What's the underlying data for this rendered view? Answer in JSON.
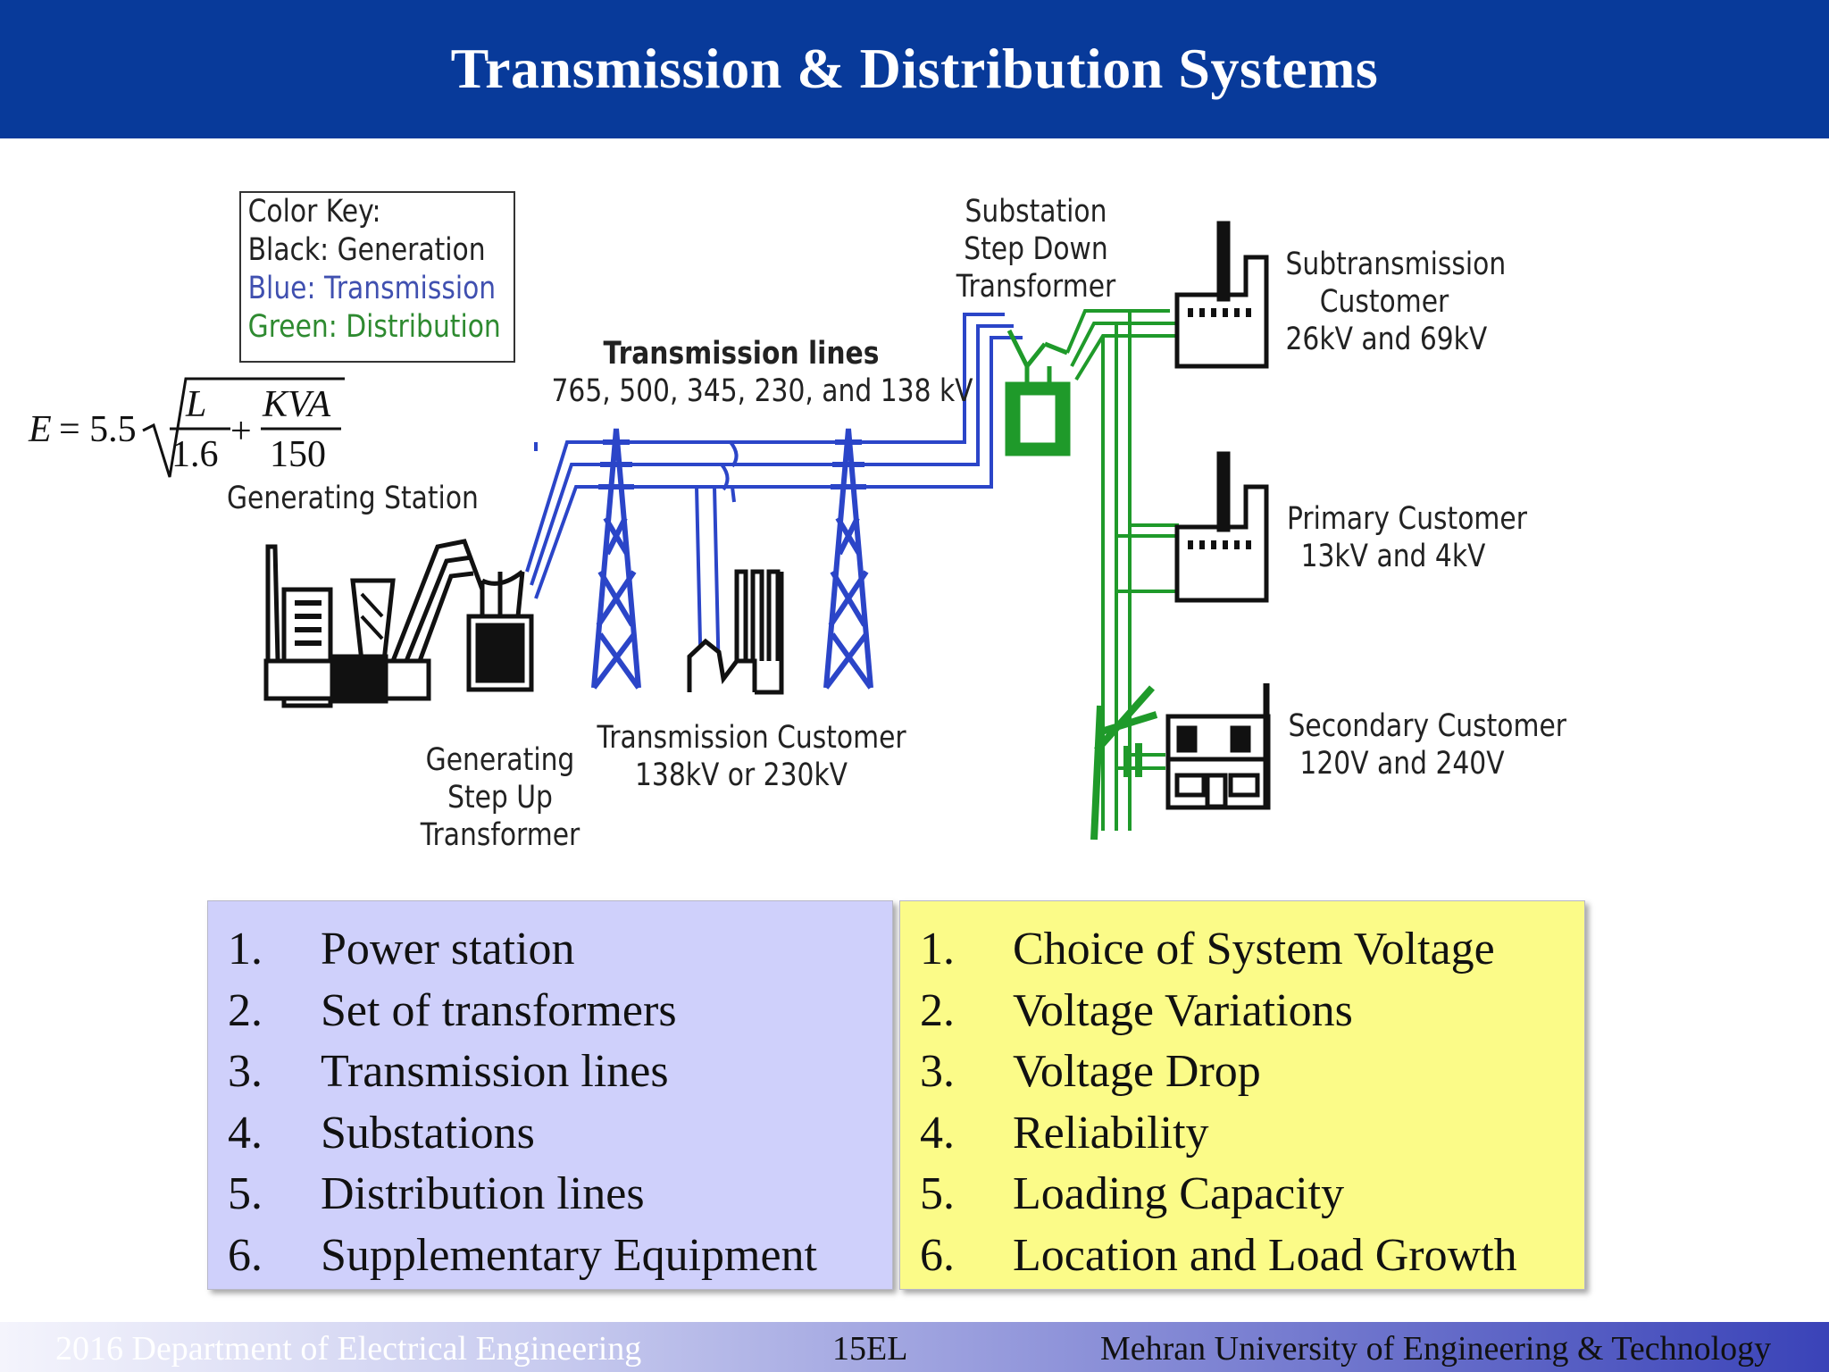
{
  "header": {
    "title": "Transmission & Distribution Systems"
  },
  "diagram": {
    "color_key": {
      "title": "Color Key:",
      "black": "Black:  Generation",
      "blue": "Blue:   Transmission",
      "green": "Green: Distribution"
    },
    "formula": {
      "lhs": "E",
      "coef": "= 5.5",
      "n1": "L",
      "d1": "1.6",
      "plus": "+",
      "n2": "KVA",
      "d2": "150"
    },
    "generating_station": "Generating Station",
    "step_up": [
      "Generating",
      "Step Up",
      "Transformer"
    ],
    "transmission_lines": {
      "title": "Transmission lines",
      "voltages": "765, 500, 345, 230, and 138 kV"
    },
    "transmission_customer": [
      "Transmission Customer",
      "138kV or 230kV"
    ],
    "substation": [
      "Substation",
      "Step Down",
      "Transformer"
    ],
    "subtransmission_customer": [
      "Subtransmission",
      "Customer",
      "26kV and 69kV"
    ],
    "primary_customer": [
      "Primary Customer",
      "13kV and 4kV"
    ],
    "secondary_customer": [
      "Secondary Customer",
      "120V and 240V"
    ],
    "colors": {
      "generation": "#111111",
      "transmission": "#2b45c8",
      "distribution": "#1f9a2a"
    }
  },
  "components": [
    {
      "num": "1.",
      "text": "Power station"
    },
    {
      "num": "2.",
      "text": "Set of transformers"
    },
    {
      "num": "3.",
      "text": "Transmission lines"
    },
    {
      "num": "4.",
      "text": "Substations"
    },
    {
      "num": "5.",
      "text": "Distribution lines"
    },
    {
      "num": "6.",
      "text": "Supplementary Equipment"
    }
  ],
  "considerations": [
    {
      "num": "1.",
      "text": "Choice of System Voltage"
    },
    {
      "num": "2.",
      "text": "Voltage Variations"
    },
    {
      "num": "3.",
      "text": "Voltage Drop"
    },
    {
      "num": "4.",
      "text": "Reliability"
    },
    {
      "num": "5.",
      "text": "Loading Capacity"
    },
    {
      "num": "6.",
      "text": "Location and Load Growth"
    }
  ],
  "footer": {
    "left": "2016 Department of Electrical Engineering",
    "center": "15EL",
    "right": "Mehran University of Engineering & Technology"
  }
}
